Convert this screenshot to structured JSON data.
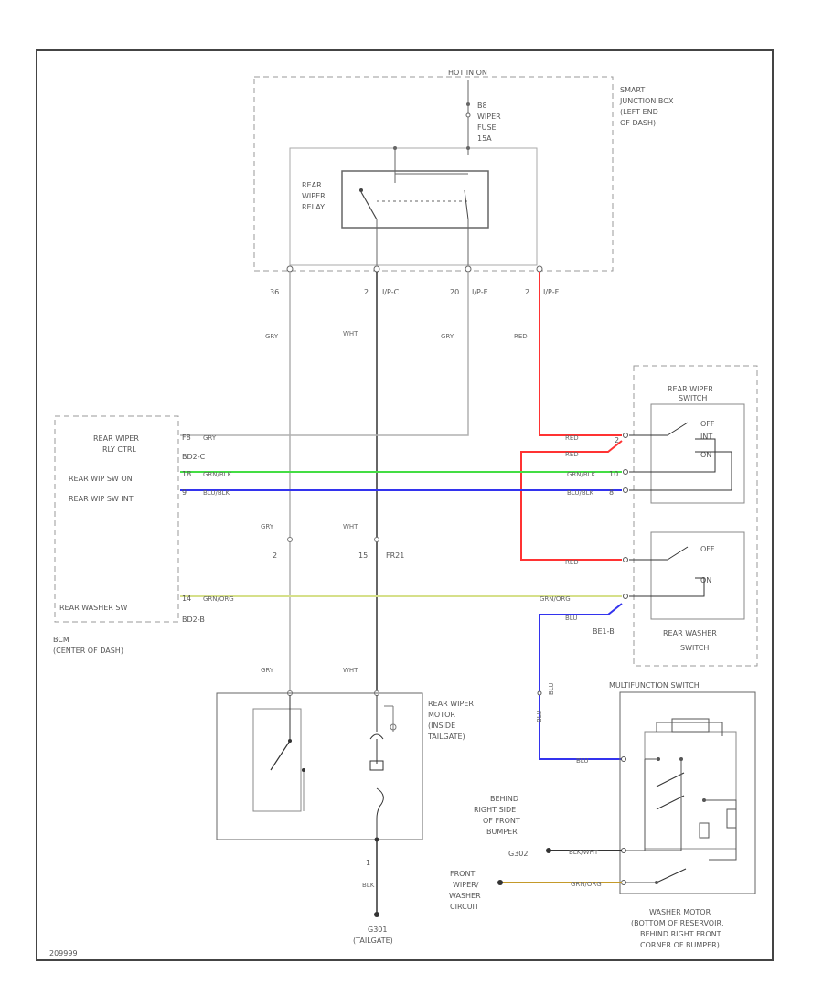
{
  "colors": {
    "frame": "#444444",
    "wire_gray": "#b0b0b0",
    "wire_black": "#333333",
    "red": "#ff3333",
    "green": "#44dd44",
    "blue": "#3333ee",
    "yellow": "#d6e08a",
    "tan": "#c49a2a"
  },
  "top_feed": {
    "text": "HOT IN ON"
  },
  "fuse": {
    "line1": "B8",
    "line2": "WIPER",
    "line3": "FUSE",
    "line4": "15A"
  },
  "smart_jb": {
    "line1": "SMART",
    "line2": "JUNCTION BOX",
    "line3": "(LEFT END",
    "line4": "OF DASH)"
  },
  "relay": {
    "line1": "REAR",
    "line2": "WIPER",
    "line3": "RELAY"
  },
  "jb_pins": {
    "p1": "36",
    "p2": "2",
    "p2_conn": "I/P-C",
    "p3": "20",
    "p3_conn": "I/P-E",
    "p4": "2",
    "p4_conn": "I/P-F"
  },
  "top_wires": {
    "w1": "GRY",
    "w2": "WHT",
    "w3": "GRY",
    "w4": "RED"
  },
  "bcm": {
    "rly_ctrl_1": "REAR WIPER",
    "rly_ctrl_2": "RLY CTRL",
    "pin_rly": "F8",
    "wire_rly": "GRY",
    "conn_1": "BD2-C",
    "wip_on": "REAR WIP SW ON",
    "wip_int": "REAR WIP SW INT",
    "pin_on": "18",
    "wire_on": "GRN/BLK",
    "pin_int": "9",
    "wire_int": "BLU/BLK",
    "washer": "REAR WASHER SW",
    "pin_washer": "14",
    "wire_washer": "GRN/ORG",
    "conn_2": "BD2-B",
    "name_1": "BCM",
    "name_2": "(CENTER OF DASH)"
  },
  "mid": {
    "gry": "GRY",
    "wht": "WHT",
    "pin_l": "2",
    "pin_r": "15",
    "conn": "FR21"
  },
  "rear_wiper_switch": {
    "title_1": "REAR WIPER",
    "title_2": "SWITCH",
    "off": "OFF",
    "int": "INT",
    "on": "ON",
    "wire_red1": "RED",
    "wire_red2": "RED",
    "wire_on": "GRN/BLK",
    "wire_int": "BLU/BLK",
    "pin_red": "2",
    "pin_on": "10",
    "pin_int": "8"
  },
  "rear_washer_switch": {
    "off": "OFF",
    "on": "ON",
    "wire_red": "RED",
    "wire_orange": "GRN/ORG",
    "wire_blu": "BLU",
    "conn": "BE1-B",
    "title_1": "REAR WASHER",
    "title_2": "SWITCH"
  },
  "motor_top_wires": {
    "gry": "GRY",
    "wht": "WHT"
  },
  "rear_motor": {
    "line1": "REAR WIPER",
    "line2": "MOTOR",
    "line3": "(INSIDE",
    "line4": "TAILGATE)"
  },
  "ground": {
    "pin": "1",
    "wire": "BLK",
    "name": "G301",
    "sub": "(TAILGATE)"
  },
  "multifunction": "MULTIFUNCTION SWITCH",
  "blu_vertical": {
    "a": "BLU",
    "b": "BLU"
  },
  "washer_motor_inputs": {
    "w_blu": "BLU",
    "w_blk": "BLK/WHT",
    "w_tan": "GRN/ORG"
  },
  "behind_bumper": {
    "line1": "BEHIND",
    "line2": "RIGHT SIDE",
    "line3": "OF FRONT",
    "line4": "BUMPER",
    "line5": "G302"
  },
  "front_wiper": {
    "line1": "FRONT",
    "line2": "WIPER/",
    "line3": "WASHER",
    "line4": "CIRCUIT"
  },
  "washer_motor": {
    "line1": "WASHER MOTOR",
    "line2": "(BOTTOM OF RESERVOIR,",
    "line3": "BEHIND RIGHT FRONT",
    "line4": "CORNER OF BUMPER)"
  },
  "figure_id": "209999"
}
